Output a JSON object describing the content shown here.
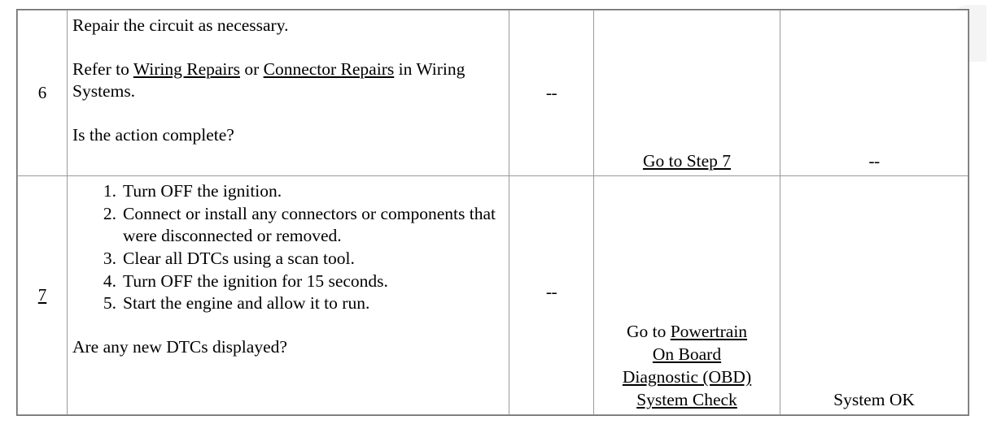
{
  "document": {
    "type": "diagnostic-procedure-table",
    "font_color": "#000000",
    "background": "#ffffff",
    "border_color": "#9a9a9a"
  },
  "table": {
    "columns": [
      "step",
      "action",
      "value",
      "yes",
      "no"
    ],
    "rows": [
      {
        "step": "6",
        "step_is_link": false,
        "action": {
          "paragraphs": [
            {
              "text": "Repair the circuit as necessary."
            },
            {
              "segments": [
                {
                  "text": "Refer to ",
                  "link": false
                },
                {
                  "text": "Wiring Repairs",
                  "link": true
                },
                {
                  "text": " or ",
                  "link": false
                },
                {
                  "text": "Connector Repairs",
                  "link": true
                },
                {
                  "text": " in Wiring Systems.",
                  "link": false
                }
              ]
            },
            {
              "text": "Is the action complete?"
            }
          ]
        },
        "value": "--",
        "yes": {
          "segments": [
            {
              "text": "Go to Step 7",
              "link": true
            }
          ]
        },
        "no": {
          "segments": [
            {
              "text": "--",
              "link": false
            }
          ]
        }
      },
      {
        "step": "7",
        "step_is_link": true,
        "action": {
          "list": [
            {
              "num": "1.",
              "text": "Turn OFF the ignition."
            },
            {
              "num": "2.",
              "text": "Connect or install any connectors or components that were disconnected or removed."
            },
            {
              "num": "3.",
              "text": "Clear all DTCs using a scan tool."
            },
            {
              "num": "4.",
              "text": "Turn OFF the ignition for 15 seconds."
            },
            {
              "num": "5.",
              "text": "Start the engine and allow it to run."
            }
          ],
          "question": "Are any new DTCs displayed?"
        },
        "value": "--",
        "yes": {
          "lines": [
            [
              {
                "text": "Go to ",
                "link": false
              },
              {
                "text": "Powertrain",
                "link": true
              }
            ],
            [
              {
                "text": "On Board",
                "link": true
              }
            ],
            [
              {
                "text": "Diagnostic (OBD)",
                "link": true
              }
            ],
            [
              {
                "text": "System Check",
                "link": true
              }
            ]
          ]
        },
        "no": {
          "segments": [
            {
              "text": "System OK",
              "link": false
            }
          ]
        }
      }
    ]
  }
}
